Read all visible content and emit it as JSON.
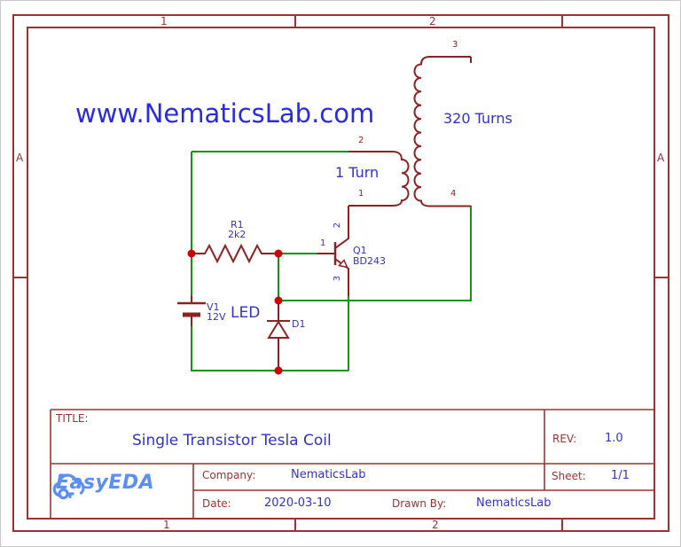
{
  "frame": {
    "top_labels": [
      "1",
      "2"
    ],
    "bottom_labels": [
      "1",
      "2"
    ],
    "left_label": "A",
    "right_label": "A"
  },
  "schematic": {
    "watermark": "www.NematicsLab.com",
    "transformer": {
      "secondary_turns": "320 Turns",
      "primary_turns": "1 Turn",
      "pin1": "1",
      "pin2": "2",
      "pin3": "3",
      "pin4": "4"
    },
    "resistor": {
      "ref": "R1",
      "value": "2k2"
    },
    "transistor": {
      "ref": "Q1",
      "part": "BD243",
      "pin_base": "1",
      "pin_collector": "2",
      "pin_emitter": "3"
    },
    "battery": {
      "ref": "V1",
      "value": "12V"
    },
    "led_note": "LED",
    "diode": {
      "ref": "D1"
    }
  },
  "title_block": {
    "title_label": "TITLE:",
    "title": "Single Transistor Tesla Coil",
    "rev_label": "REV:",
    "rev": "1.0",
    "company_label": "Company:",
    "company": "NematicsLab",
    "sheet_label": "Sheet:",
    "sheet": "1/1",
    "date_label": "Date:",
    "date": "2020-03-10",
    "drawn_by_label": "Drawn By:",
    "drawn_by": "NematicsLab",
    "logo_text": "EasyEDA"
  },
  "colors": {
    "wire_green": "#149414",
    "component_red": "#8b2323",
    "frame_red": "#9e3232",
    "label_blue": "#3232c8",
    "watermark_blue": "#2a2ae0",
    "titleblock_text_red": "#993333",
    "junction_dot_red": "#cc0000",
    "logo_blue": "#5b8ff2"
  }
}
